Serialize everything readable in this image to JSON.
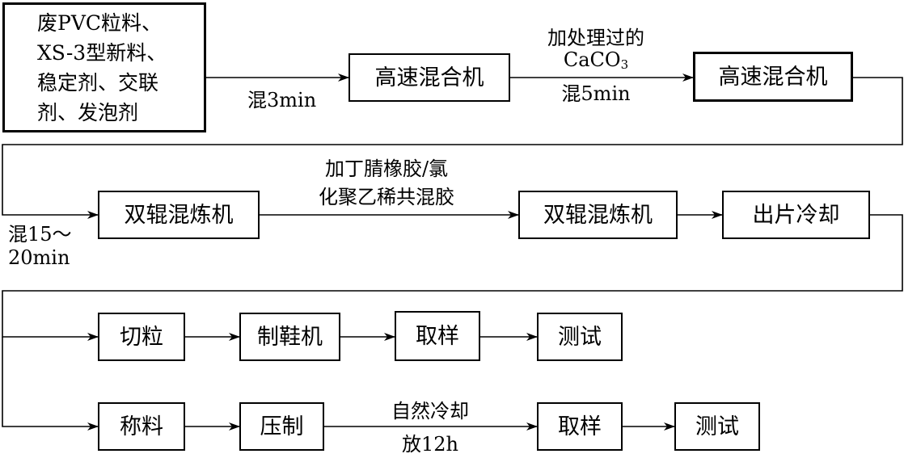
{
  "input": {
    "lines": [
      "废PVC粒料、",
      "XS-3型新料、",
      "稳定剂、交联",
      "剂、发泡剂"
    ]
  },
  "row1": {
    "mixer_a": "高速混合机",
    "mixer_b": "高速混合机",
    "mix_time_1": "混3min",
    "add_label_top": "加处理过的",
    "add_caco3_base": "CaCO",
    "add_caco3_sub": "3",
    "mix_time_2": "混5min"
  },
  "row2": {
    "mill_a": "双辊混炼机",
    "mill_b": "双辊混炼机",
    "sheet_cool": "出片冷却",
    "add_rubber_line1": "加丁腈橡胶/氯",
    "add_rubber_line2": "化聚乙稀共混胶",
    "mix_time_3_line1": "混15～",
    "mix_time_3_line2": "20min"
  },
  "row3": {
    "pelletize": "切粒",
    "shoe_machine": "制鞋机",
    "sampling": "取样",
    "testing": "测试"
  },
  "row4": {
    "weighing": "称料",
    "pressing": "压制",
    "cool_label": "自然冷却",
    "rest_label": "放12h",
    "sampling": "取样",
    "testing": "测试"
  },
  "colors": {
    "line": "#000000",
    "background": "#ffffff"
  }
}
